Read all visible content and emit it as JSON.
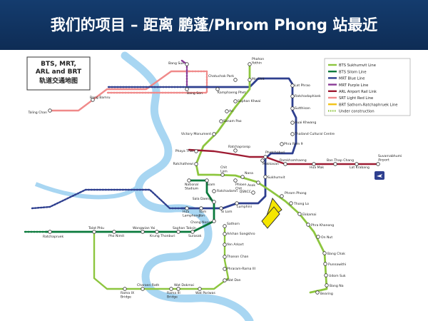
{
  "header": {
    "title": "我们的项目 – 距离 鹏蓬/Phrom Phong 站最近"
  },
  "title_box": {
    "line1": "BTS, MRT,",
    "line2": "ARL and BRT",
    "line3": "轨道交通地图"
  },
  "legend": {
    "items": [
      {
        "label": "BTS Sukhumvit Line",
        "color": "#8dc63f",
        "style": "solid"
      },
      {
        "label": "BTS Silom Line",
        "color": "#0a7a3c",
        "style": "solid"
      },
      {
        "label": "MRT Blue Line",
        "color": "#2e3f8f",
        "style": "solid"
      },
      {
        "label": "MRT Purple Line",
        "color": "#8a3c97",
        "style": "solid"
      },
      {
        "label": "ARL Airport Rail Link",
        "color": "#9e1b32",
        "style": "solid"
      },
      {
        "label": "SRT Light Red Line",
        "color": "#f08a8a",
        "style": "solid"
      },
      {
        "label": "BRT Sathorn-Ratchaphruek Line",
        "color": "#f2c318",
        "style": "solid"
      },
      {
        "label": "Under construction",
        "color": "#8dc63f",
        "style": "dotted"
      }
    ]
  },
  "stations": {
    "phahon_yothin": "Phahon\nYothin",
    "mo_chit": "Mo Chit",
    "chatuchak_park": "Chatuchak Park",
    "bang_sue": "Bang Sue",
    "kamphaeng_phet": "Kamphaeng Phet",
    "bang_son": "Bang Son",
    "bang_bamru": "Bang Bamru",
    "taling_chan": "Taling Chan",
    "lat_phrao": "Lat Phrao",
    "ratchadaphisek": "Ratchadaphisek",
    "sutthisan": "Sutthisan",
    "huai_khwang": "Huai Khwang",
    "thailand_cultural_centre": "Thailand Cultural Centre",
    "phra_ram_9": "Phra Ram 9",
    "saphan_khwai": "Saphan Khwai",
    "ari": "Ari",
    "sanam_pao": "Sanam Pao",
    "victory_monument": "Victory Monument",
    "phaya_thai": "Phaya Thai",
    "ratchaprarop": "Ratchaprarop",
    "ratchathewi": "Ratchathewi",
    "phetchaburi": "Phetchaburi",
    "makkasan": "Makkasan",
    "ramkhamhaeng": "Ramkhamhaeng",
    "hua_mak": "Hua Mak",
    "ban_thap_chang": "Ban Thap Chang",
    "lat_krabang": "Lat Krabang",
    "suvarnabhumi": "Suvarnabhumi\nAirport",
    "chit_lom": "Chit\nLom",
    "nana": "Nana",
    "asok": "Asok",
    "sukhumvit": "Sukhumvit",
    "phloen_chit": "Phloen\nChit",
    "qsncc": "QSNCC",
    "national_stadium": "National\nStadium",
    "siam": "Siam",
    "ratchadamri": "Ratchadamri",
    "sala_daeng": "Sala Daeng",
    "si_lom": "Si Lom",
    "lumphini": "Lumphini",
    "hua_lamphong": "Hua\nLamphong",
    "sam_yan": "Sam\nYan",
    "phrom_phong": "Phrom Phong",
    "thong_lo": "Thong Lo",
    "ekkamai": "Ekkamai",
    "phra_khanong": "Phra Khanong",
    "on_nut": "On Nut",
    "bang_chak": "Bang Chak",
    "punnawithi": "Punnawithi",
    "udom_suk": "Udom Suk",
    "bang_na": "Bang Na",
    "bearing": "Bearing",
    "talat_phlu": "Talat Phlu",
    "wongwian_yai": "Wongwian Yai",
    "saphan_taksin": "Saphan Taksin",
    "ratchapruek": "Ratchapruek",
    "pho_nimit": "Pho Nimit",
    "krung_thonburi": "Krung Thonburi",
    "surasak": "Surasak",
    "chong_nonsi": "Chong Nonsi",
    "sathorn": "Sathorn",
    "arkhan_songkhro": "Arkhan Songkhro",
    "yen_arkart": "Yen Arkart",
    "thanon_chan": "Thanon Chan",
    "nararam_3": "Phraram-Rama III",
    "wat_dan": "Wat Dan",
    "charoen_rath": "Charoen Rath",
    "wat_dokmai": "Wat Dokmai",
    "rama_ix_bridge": "Rama IX\nBridge",
    "rama_iii_bridge": "Rama III\nBridge",
    "wat_pariwas": "Wat Pariwas"
  },
  "colors": {
    "header_bg": "#123a69",
    "river": "#a8d6f2",
    "sukhumvit": "#8dc63f",
    "silom": "#0a7a3c",
    "blue": "#2e3f8f",
    "purple": "#8a3c97",
    "arl": "#9e1b32",
    "red": "#f08a8a",
    "brt": "#8dc63f",
    "arrow": "#f5e600"
  },
  "icons": {
    "airport": "airplane-icon",
    "pointer": "arrow-pointer-icon"
  }
}
